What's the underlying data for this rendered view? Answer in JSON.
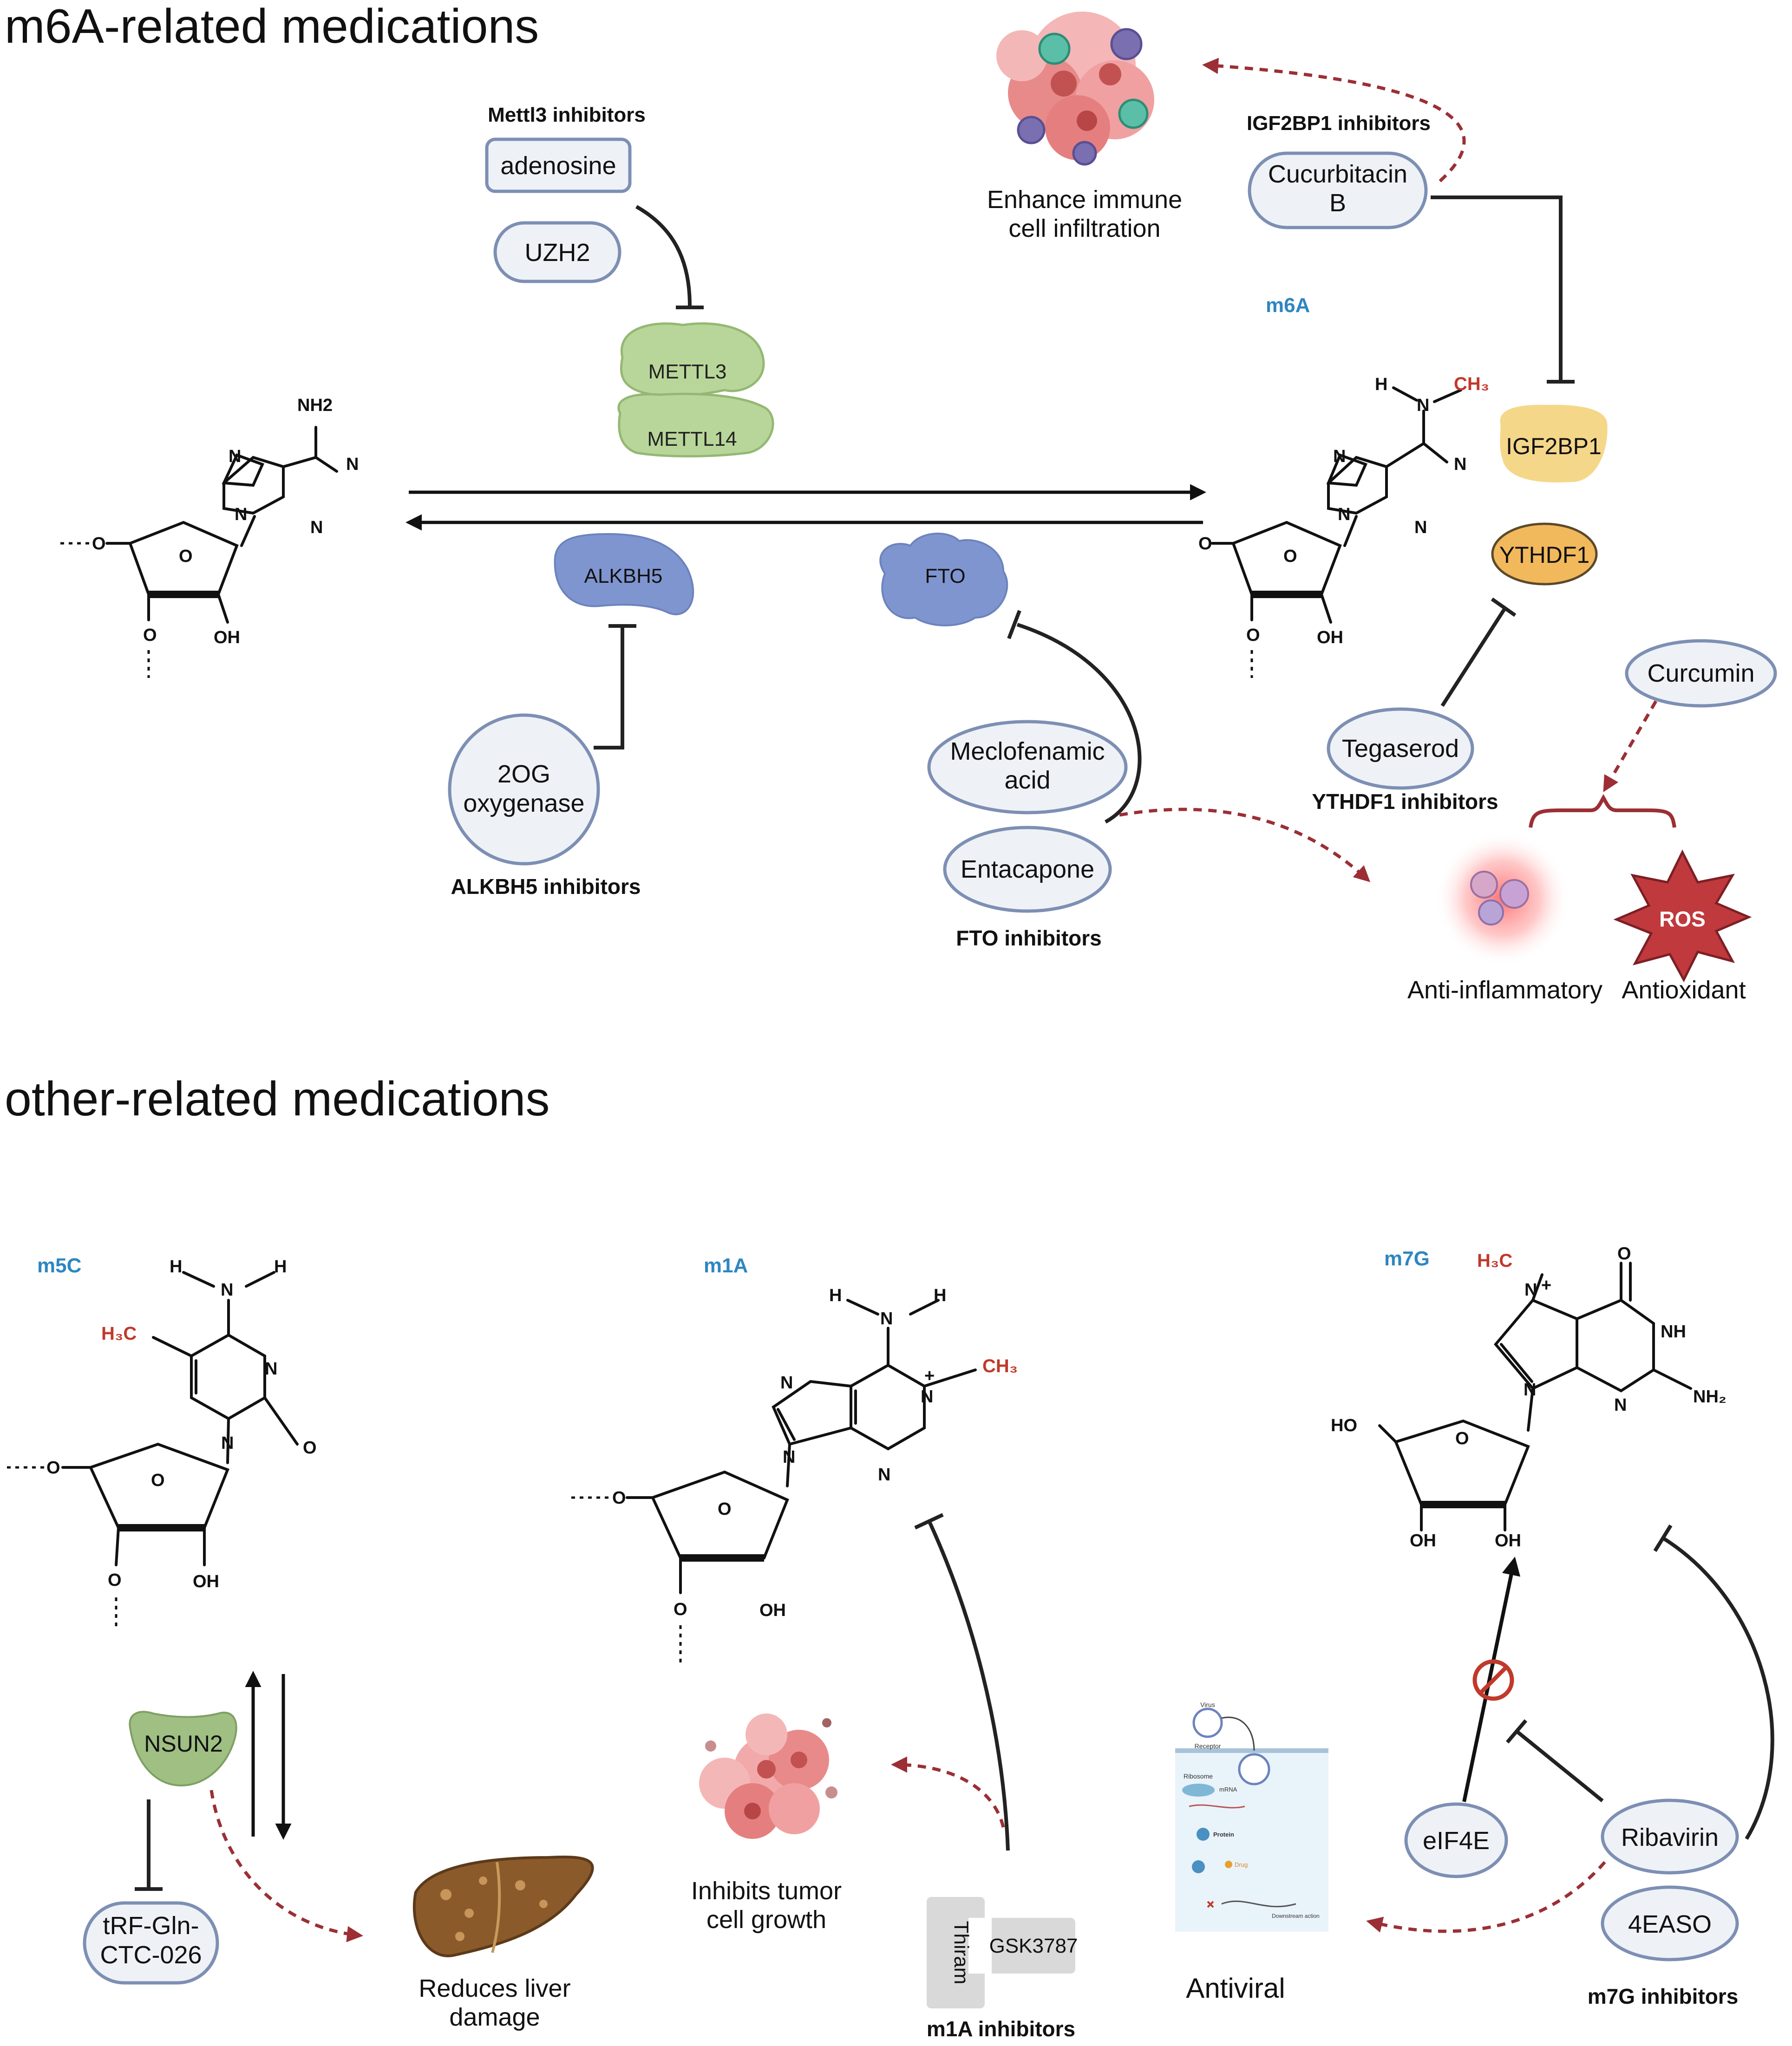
{
  "sections": {
    "m6a_title": "m6A-related medications",
    "other_title": "other-related medications"
  },
  "m6a": {
    "mettl3_inhibitors_label": "Mettl3 inhibitors",
    "adenosine": "adenosine",
    "uzh2": "UZH2",
    "mettl3": "METTL3",
    "mettl14": "METTL14",
    "alkbh5": "ALKBH5",
    "fto": "FTO",
    "og_line1": "2OG",
    "og_line2": "oxygenase",
    "alkbh5_inhibitors_label": "ALKBH5 inhibitors",
    "meclo_line1": "Meclofenamic",
    "meclo_line2": "acid",
    "entacapone": "Entacapone",
    "fto_inhibitors_label": "FTO inhibitors",
    "immune_line1": "Enhance immune",
    "immune_line2": "cell infiltration",
    "igf2bp1_inhibitors_label": "IGF2BP1 inhibitors",
    "cucurbitacin_line1": "Cucurbitacin",
    "cucurbitacin_line2": "B",
    "m6a_label": "m6A",
    "igf2bp1": "IGF2BP1",
    "ythdf1": "YTHDF1",
    "curcumin": "Curcumin",
    "tegaserod": "Tegaserod",
    "ythdf1_inhibitors_label": "YTHDF1 inhibitors",
    "anti_inflammatory": "Anti-inflammatory",
    "antioxidant": "Antioxidant",
    "ros": "ROS",
    "atoms": {
      "nh2": "NH2",
      "n": "N",
      "o": "O",
      "oh": "OH",
      "h": "H",
      "ch3": "CH₃"
    }
  },
  "other": {
    "m5c_label": "m5C",
    "m1a_label": "m1A",
    "m7g_label": "m7G",
    "nsun2": "NSUN2",
    "trf_line1": "tRF-Gln-",
    "trf_line2": "CTC-026",
    "liver_line1": "Reduces liver",
    "liver_line2": "damage",
    "tumor_line1": "Inhibits tumor",
    "tumor_line2": "cell growth",
    "thiram": "Thiram",
    "gsk": "GSK3787",
    "m1a_inhibitors_label": "m1A inhibitors",
    "antiviral": "Antiviral",
    "eif4e": "eIF4E",
    "ribavirin": "Ribavirin",
    "easo": "4EASO",
    "m7g_inhibitors_label": "m7G inhibitors",
    "atoms": {
      "h3c": "H₃C",
      "ch3": "CH₃",
      "nh": "NH",
      "nh2": "NH₂",
      "ho": "HO",
      "plus": "+"
    },
    "virus_panel": {
      "virus": "Virus",
      "receptor": "Receptor",
      "ribosome": "Ribosome",
      "mrna": "mRNA",
      "protein": "Protein",
      "drug": "Drug",
      "downstream": "Downstream action"
    }
  },
  "colors": {
    "green": "#b9d69a",
    "blue": "#7f95cf",
    "yellow": "#f5d78a",
    "orange": "#f2b85c",
    "red_arrow": "#9b2f35",
    "modification_blue": "#2e86c1",
    "methyl_red": "#c0392b"
  }
}
